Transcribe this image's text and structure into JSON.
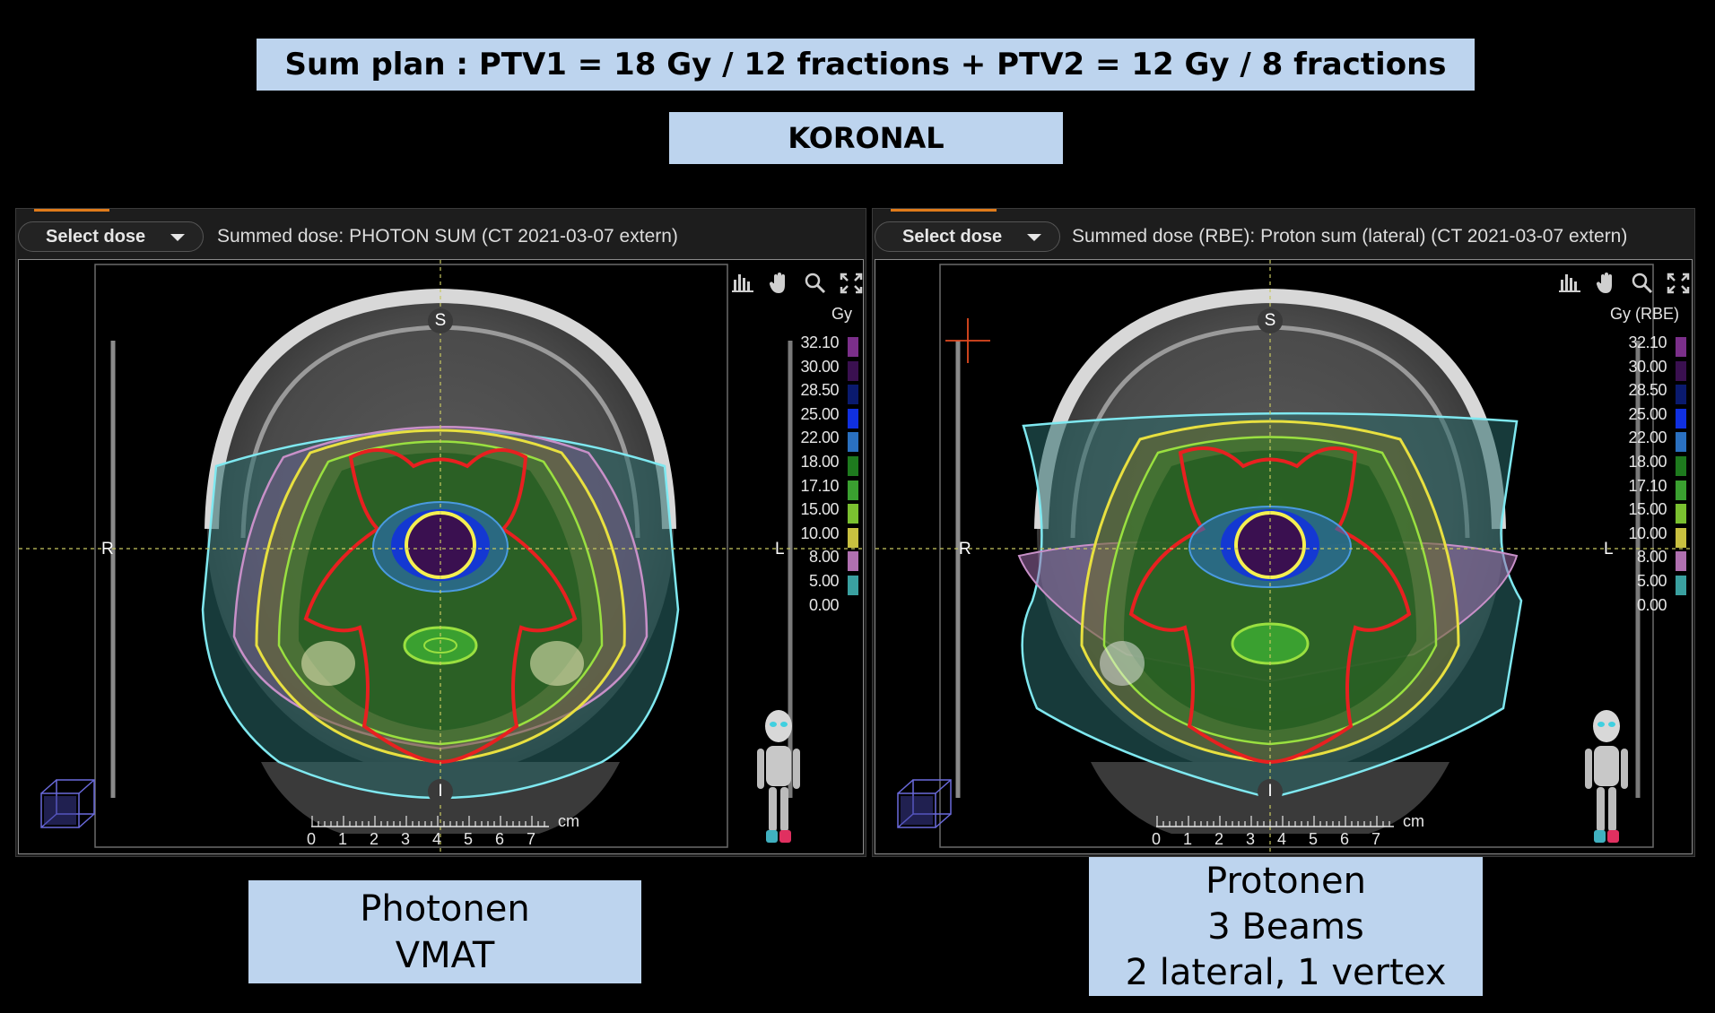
{
  "title_banner": "Sum plan : PTV1 = 18 Gy / 12 fractions + PTV2 = 12 Gy / 8 fractions",
  "view_banner": "KORONAL",
  "panels": [
    {
      "select_label": "Select dose",
      "dose_label": "Summed dose: PHOTON SUM (CT 2021-03-07 extern)",
      "unit": "Gy",
      "caption": [
        "Photonen",
        "VMAT"
      ]
    },
    {
      "select_label": "Select dose",
      "dose_label": "Summed dose (RBE): Proton sum (lateral) (CT 2021-03-07 extern)",
      "unit": "Gy (RBE)",
      "caption": [
        "Protonen",
        "3 Beams",
        "2 lateral, 1 vertex"
      ]
    }
  ],
  "legend": [
    {
      "value": "32.10",
      "color": "#7b2f8a"
    },
    {
      "value": "30.00",
      "color": "#3a1050"
    },
    {
      "value": "28.50",
      "color": "#0a1a6e"
    },
    {
      "value": "25.00",
      "color": "#1030e0"
    },
    {
      "value": "22.00",
      "color": "#2a70c0"
    },
    {
      "value": "18.00",
      "color": "#1e7a1e"
    },
    {
      "value": "17.10",
      "color": "#3aa030"
    },
    {
      "value": "15.00",
      "color": "#7ac030"
    },
    {
      "value": "10.00",
      "color": "#c8c040"
    },
    {
      "value": "8.00",
      "color": "#b070b0"
    },
    {
      "value": "5.00",
      "color": "#3aa0a0"
    },
    {
      "value": "0.00",
      "color": "#000000"
    }
  ],
  "orientation": {
    "superior": "S",
    "inferior": "I",
    "right": "R",
    "left": "L"
  },
  "ruler": {
    "ticks": [
      "0",
      "1",
      "2",
      "3",
      "4",
      "5",
      "6",
      "7"
    ],
    "unit": "cm"
  },
  "icons": [
    "histogram-icon",
    "pan-hand-icon",
    "zoom-icon",
    "fit-to-window-icon",
    "view-cube-icon",
    "patient-avatar-icon"
  ]
}
